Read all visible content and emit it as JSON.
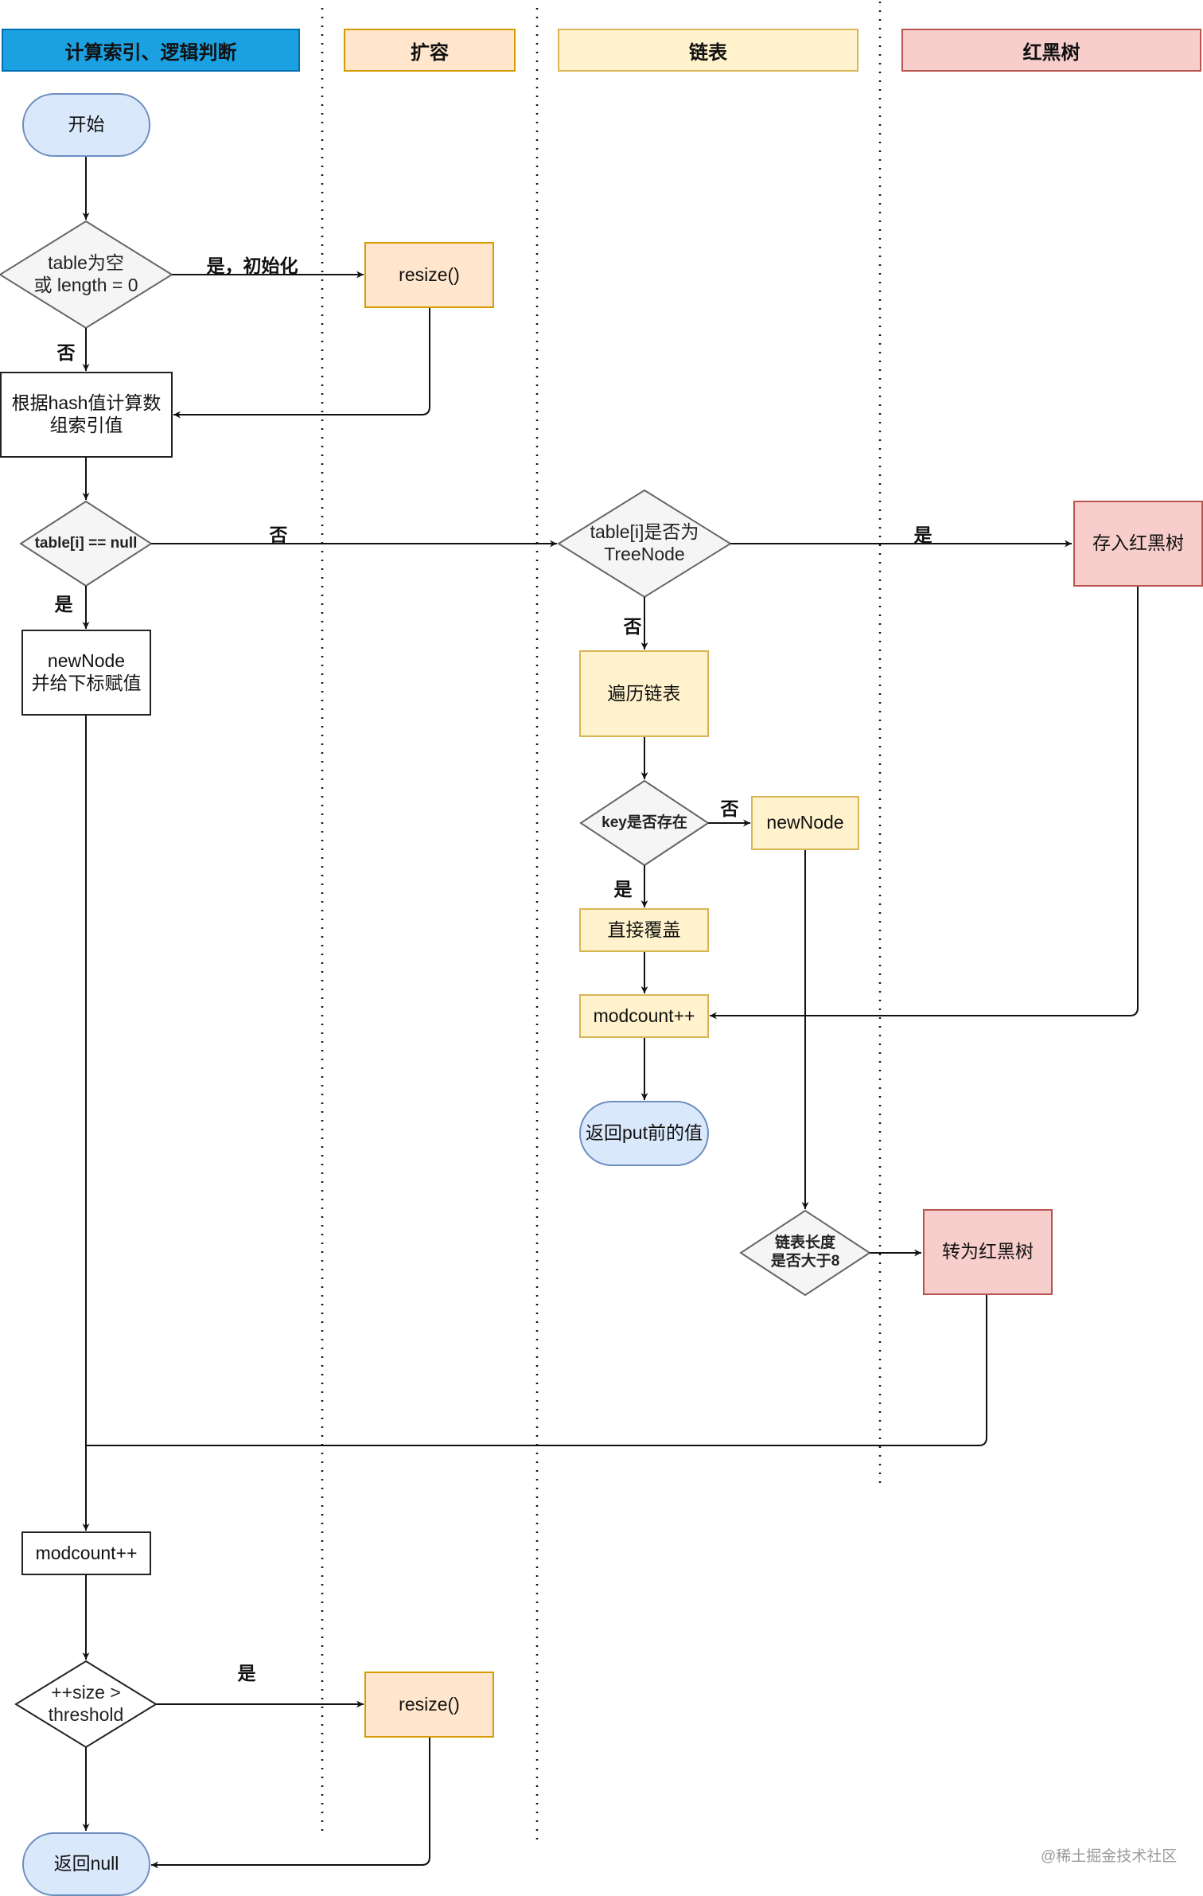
{
  "lanes": [
    {
      "id": "calc",
      "title": "计算索引、逻辑判断",
      "fill": "#1ba1e2",
      "stroke": "#006eaf"
    },
    {
      "id": "resize",
      "title": "扩容",
      "fill": "#ffe6cc",
      "stroke": "#d79b00"
    },
    {
      "id": "list",
      "title": "链表",
      "fill": "#fff2cc",
      "stroke": "#d6b656"
    },
    {
      "id": "tree",
      "title": "红黑树",
      "fill": "#f8cecc",
      "stroke": "#b85450"
    }
  ],
  "nodes": {
    "start": "开始",
    "check_empty": "table为空\n或 length = 0",
    "resize_1": "resize()",
    "compute_index": "根据hash值计算数\n组索引值",
    "slot_null": "table[i] == null",
    "new_node_slot": "newNode\n并给下标赋值",
    "is_treenode": "table[i]是否为\nTreeNode",
    "put_tree": "存入红黑树",
    "traverse": "遍历链表",
    "key_exists": "key是否存在",
    "new_node_list": "newNode",
    "overwrite": "直接覆盖",
    "modcount_list": "modcount++",
    "return_old": "返回put前的值",
    "list_len": "链表长度\n是否大于8",
    "to_tree": "转为红黑树",
    "modcount_main": "modcount++",
    "size_check": "++size >\nthreshold",
    "resize_2": "resize()",
    "return_null": "返回null"
  },
  "edge_labels": {
    "empty_yes": "是，初始化",
    "empty_no": "否",
    "null_no": "否",
    "null_yes": "是",
    "tree_yes": "是",
    "tree_no": "否",
    "key_no": "否",
    "key_yes": "是",
    "size_yes": "是"
  },
  "watermark": "@稀土掘金技术社区"
}
